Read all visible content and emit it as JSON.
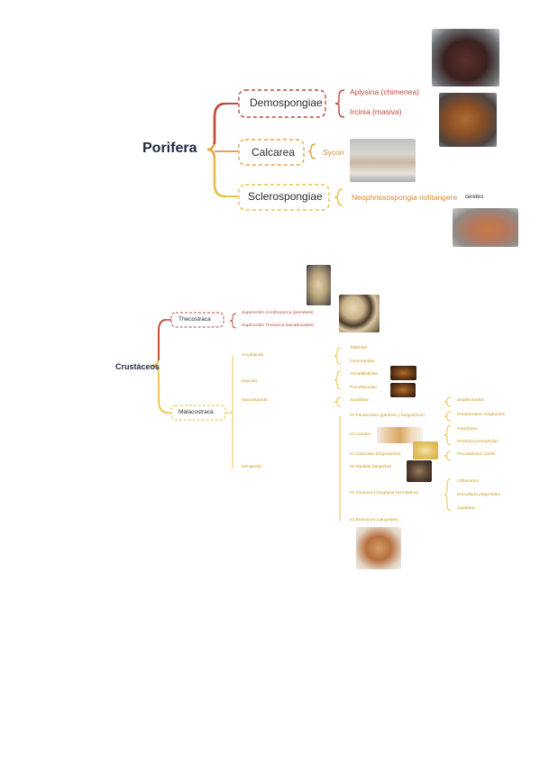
{
  "porifera": {
    "root": "Porifera",
    "classes": [
      {
        "label": "Demospongiae",
        "items": [
          "Aplysina (chimenea)",
          "Ircinia (masiva)"
        ]
      },
      {
        "label": "Calcarea",
        "items": [
          "Sycon"
        ]
      },
      {
        "label": "Sclerospongiae",
        "items": [
          "Neophrissospongia nolitangere"
        ],
        "note": "cerebro"
      }
    ]
  },
  "crustaceos": {
    "root": "Crustáceos",
    "thecostraca": {
      "label": "Thecostraca",
      "items": [
        "Superorden Acrothoracica (percebes)",
        "Superorden Thoracica (sacabocados)"
      ]
    },
    "malacostraca": {
      "label": "Malacostraca",
      "orders": [
        "Amphipoda",
        "Isopoda",
        "Stomatopoda",
        "Decapoda"
      ],
      "amphipoda": [
        "Talitridae",
        "Gammaridae"
      ],
      "isopoda": [
        "Armadillidiidae",
        "Porcellionidae"
      ],
      "stomatopoda": [
        "Squillidae"
      ],
      "decapoda": [
        "IO Panaeoidea (gambas y langostinos)",
        "IO Caridea",
        "IO Astacidea (bogavantes)",
        "IO Aquilata (langosta)",
        "IO Anomura (cangrejos hermitaños)",
        "IO Brachyura (cangrejos)"
      ],
      "species": {
        "squillidae": [
          "Squilla mantis"
        ],
        "panaeoidea": [
          "Parapenaeus longirostris"
        ],
        "caridea": [
          "Pasiphaea",
          "Pontonia pinnophylax"
        ],
        "astacidea": [
          "Procambarus clarkii"
        ],
        "anomura": [
          "Clibanarius",
          "Porcellana platycheles",
          "Galathea"
        ]
      }
    }
  },
  "colors": {
    "red": "#c0473a",
    "orange": "#e8a24a",
    "gold": "#e8c24a",
    "navy": "#1f2a44"
  }
}
